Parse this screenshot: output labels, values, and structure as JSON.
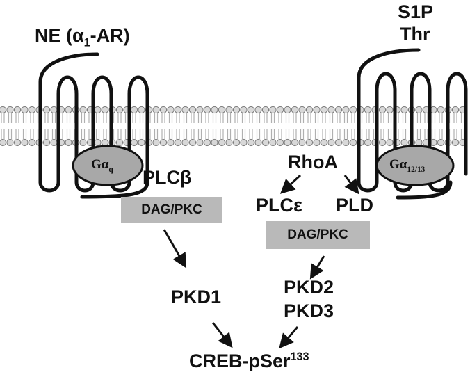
{
  "receptor_left": {
    "ligand_prefix": "NE (",
    "ligand_alpha": "α",
    "ligand_sub": "1",
    "ligand_suffix": "-AR)",
    "g_protein_alpha": "Gα",
    "g_protein_sub": "q"
  },
  "receptor_right": {
    "ligand_line1": "S1P",
    "ligand_line2": "Thr",
    "g_protein_alpha": "Gα",
    "g_protein_sub": "12/13"
  },
  "left_path": {
    "enzyme": "PLCβ",
    "box_label": "DAG/PKC",
    "kinase": "PKD1"
  },
  "right_path": {
    "gtpase": "RhoA",
    "enzyme_a": "PLCε",
    "enzyme_b": "PLD",
    "box_label": "DAG/PKC",
    "kinase_a": "PKD2",
    "kinase_b": "PKD3"
  },
  "output": {
    "label": "CREB-pSer",
    "sup": "133"
  },
  "colors": {
    "box_fill": "#b9b9b9",
    "g_protein_fill": "#a8a8a8",
    "membrane_head": "#d8d8d8",
    "ink": "#111111"
  }
}
